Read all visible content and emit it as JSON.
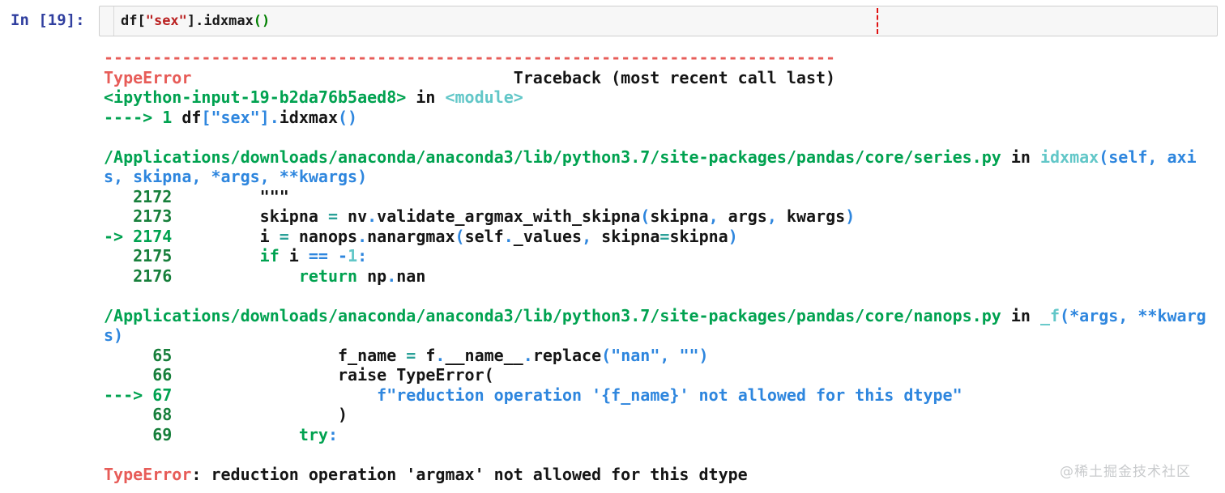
{
  "colors": {
    "prompt_blue": "#303f9f",
    "ansi_red": "#e75c58",
    "ansi_green": "#00a250",
    "lineno_green": "#177f3b",
    "ansi_cyan": "#62c7c8",
    "ansi_blue": "#2e86de",
    "op_teal": "#2aa198",
    "input_string_red": "#ba2121",
    "input_paren_green": "#008000",
    "cell_bg": "#f7f7f7",
    "cell_border": "#cfcfcf",
    "ruler_red": "#e01212",
    "watermark_gray": "#c9cbcd"
  },
  "prompt": {
    "label": "In [19]:"
  },
  "input": {
    "segments": [
      {
        "c": "ik",
        "t": "df["
      },
      {
        "c": "istr",
        "t": "\"sex\""
      },
      {
        "c": "ik",
        "t": "].idxmax"
      },
      {
        "c": "ip",
        "t": "()"
      }
    ]
  },
  "traceback": {
    "lines": [
      {
        "n": "separator-line",
        "s": [
          {
            "c": "r",
            "t": "---------------------------------------------------------------------------"
          }
        ]
      },
      {
        "n": "error-header",
        "s": [
          {
            "c": "r",
            "t": "TypeError"
          },
          {
            "c": "k",
            "t": "                                 Traceback (most recent call last)"
          }
        ]
      },
      {
        "n": "frame-ipython-input",
        "s": [
          {
            "c": "g",
            "t": "<ipython-input-19-b2da76b5aed8>"
          },
          {
            "c": "k",
            "t": " in "
          },
          {
            "c": "c",
            "t": "<module>"
          }
        ]
      },
      {
        "n": "code-line-arrow",
        "s": [
          {
            "c": "g",
            "t": "----> 1 "
          },
          {
            "c": "k",
            "t": "df"
          },
          {
            "c": "b",
            "t": "[\"sex\"]."
          },
          {
            "c": "k",
            "t": "idxmax"
          },
          {
            "c": "b",
            "t": "()"
          }
        ]
      },
      {
        "n": "blank-line",
        "s": []
      },
      {
        "n": "frame-series-py",
        "s": [
          {
            "c": "g",
            "t": "/Applications/downloads/anaconda/anaconda3/lib/python3.7/site-packages/pandas/core/series.py"
          },
          {
            "c": "k",
            "t": " in "
          },
          {
            "c": "c",
            "t": "idxmax"
          },
          {
            "c": "b",
            "t": "(self, axi"
          }
        ]
      },
      {
        "n": "frame-series-py-wrap",
        "s": [
          {
            "c": "b",
            "t": "s, skipna, *args, **kwargs)"
          }
        ]
      },
      {
        "n": "code-line-2172",
        "s": [
          {
            "c": "gb",
            "t": "   2172"
          },
          {
            "c": "k",
            "t": "         \"\"\""
          }
        ]
      },
      {
        "n": "code-line-2173",
        "s": [
          {
            "c": "gb",
            "t": "   2173"
          },
          {
            "c": "k",
            "t": "         skipna "
          },
          {
            "c": "t",
            "t": "="
          },
          {
            "c": "k",
            "t": " nv"
          },
          {
            "c": "b",
            "t": "."
          },
          {
            "c": "k",
            "t": "validate_argmax_with_skipna"
          },
          {
            "c": "b",
            "t": "("
          },
          {
            "c": "k",
            "t": "skipna"
          },
          {
            "c": "b",
            "t": ","
          },
          {
            "c": "k",
            "t": " args"
          },
          {
            "c": "b",
            "t": ","
          },
          {
            "c": "k",
            "t": " kwargs"
          },
          {
            "c": "b",
            "t": ")"
          }
        ]
      },
      {
        "n": "code-line-2174-arrow",
        "s": [
          {
            "c": "g",
            "t": "-> 2174"
          },
          {
            "c": "k",
            "t": "         i "
          },
          {
            "c": "t",
            "t": "="
          },
          {
            "c": "k",
            "t": " nanops"
          },
          {
            "c": "b",
            "t": "."
          },
          {
            "c": "k",
            "t": "nanargmax"
          },
          {
            "c": "b",
            "t": "("
          },
          {
            "c": "k",
            "t": "self"
          },
          {
            "c": "b",
            "t": "."
          },
          {
            "c": "k",
            "t": "_values"
          },
          {
            "c": "b",
            "t": ","
          },
          {
            "c": "k",
            "t": " skipna"
          },
          {
            "c": "t",
            "t": "="
          },
          {
            "c": "k",
            "t": "skipna"
          },
          {
            "c": "b",
            "t": ")"
          }
        ]
      },
      {
        "n": "code-line-2175",
        "s": [
          {
            "c": "gb",
            "t": "   2175"
          },
          {
            "c": "k",
            "t": "         "
          },
          {
            "c": "g",
            "t": "if"
          },
          {
            "c": "k",
            "t": " i "
          },
          {
            "c": "b",
            "t": "=="
          },
          {
            "c": "k",
            "t": " "
          },
          {
            "c": "b",
            "t": "-"
          },
          {
            "c": "c",
            "t": "1"
          },
          {
            "c": "b",
            "t": ":"
          }
        ]
      },
      {
        "n": "code-line-2176",
        "s": [
          {
            "c": "gb",
            "t": "   2176"
          },
          {
            "c": "k",
            "t": "             "
          },
          {
            "c": "g",
            "t": "return"
          },
          {
            "c": "k",
            "t": " np"
          },
          {
            "c": "b",
            "t": "."
          },
          {
            "c": "k",
            "t": "nan"
          }
        ]
      },
      {
        "n": "blank-line",
        "s": []
      },
      {
        "n": "frame-nanops-py",
        "s": [
          {
            "c": "g",
            "t": "/Applications/downloads/anaconda/anaconda3/lib/python3.7/site-packages/pandas/core/nanops.py"
          },
          {
            "c": "k",
            "t": " in "
          },
          {
            "c": "c",
            "t": "_f"
          },
          {
            "c": "b",
            "t": "(*args, **kwarg"
          }
        ]
      },
      {
        "n": "frame-nanops-py-wrap",
        "s": [
          {
            "c": "b",
            "t": "s)"
          }
        ]
      },
      {
        "n": "code-line-65",
        "s": [
          {
            "c": "gb",
            "t": "     65"
          },
          {
            "c": "k",
            "t": "                 f_name "
          },
          {
            "c": "t",
            "t": "="
          },
          {
            "c": "k",
            "t": " f"
          },
          {
            "c": "b",
            "t": "."
          },
          {
            "c": "k",
            "t": "__name__"
          },
          {
            "c": "b",
            "t": "."
          },
          {
            "c": "k",
            "t": "replace"
          },
          {
            "c": "b",
            "t": "(\"nan\", \"\")"
          }
        ]
      },
      {
        "n": "code-line-66",
        "s": [
          {
            "c": "gb",
            "t": "     66"
          },
          {
            "c": "k",
            "t": "                 raise TypeError("
          }
        ]
      },
      {
        "n": "code-line-67-arrow",
        "s": [
          {
            "c": "g",
            "t": "---> 67"
          },
          {
            "c": "k",
            "t": "                     "
          },
          {
            "c": "b",
            "t": "f\"reduction operation '{f_name}' not allowed for this dtype\""
          }
        ]
      },
      {
        "n": "code-line-68",
        "s": [
          {
            "c": "gb",
            "t": "     68"
          },
          {
            "c": "k",
            "t": "                 )"
          }
        ]
      },
      {
        "n": "code-line-69",
        "s": [
          {
            "c": "gb",
            "t": "     69"
          },
          {
            "c": "k",
            "t": "             "
          },
          {
            "c": "g",
            "t": "try"
          },
          {
            "c": "b",
            "t": ":"
          }
        ]
      },
      {
        "n": "blank-line",
        "s": []
      },
      {
        "n": "final-error-line",
        "s": [
          {
            "c": "r",
            "t": "TypeError"
          },
          {
            "c": "k",
            "t": ": reduction operation 'argmax' not allowed for this dtype"
          }
        ]
      }
    ]
  },
  "watermark": {
    "label": "@稀土掘金技术社区"
  }
}
